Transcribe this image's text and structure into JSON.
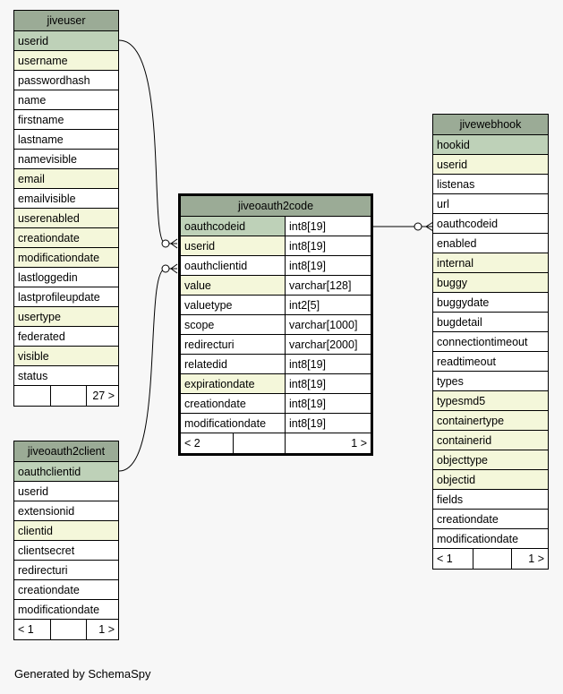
{
  "tables": {
    "jiveuser": {
      "name": "jiveuser",
      "columns": [
        {
          "name": "userid",
          "kind": "pk"
        },
        {
          "name": "username",
          "kind": "fk"
        },
        {
          "name": "passwordhash",
          "kind": ""
        },
        {
          "name": "name",
          "kind": ""
        },
        {
          "name": "firstname",
          "kind": ""
        },
        {
          "name": "lastname",
          "kind": ""
        },
        {
          "name": "namevisible",
          "kind": ""
        },
        {
          "name": "email",
          "kind": "fk"
        },
        {
          "name": "emailvisible",
          "kind": ""
        },
        {
          "name": "userenabled",
          "kind": "fk"
        },
        {
          "name": "creationdate",
          "kind": "fk"
        },
        {
          "name": "modificationdate",
          "kind": "fk"
        },
        {
          "name": "lastloggedin",
          "kind": ""
        },
        {
          "name": "lastprofileupdate",
          "kind": ""
        },
        {
          "name": "usertype",
          "kind": "fk"
        },
        {
          "name": "federated",
          "kind": ""
        },
        {
          "name": "visible",
          "kind": "fk"
        },
        {
          "name": "status",
          "kind": ""
        }
      ],
      "footer": {
        "left": "",
        "mid": "",
        "right": "27 >"
      }
    },
    "jiveoauth2client": {
      "name": "jiveoauth2client",
      "columns": [
        {
          "name": "oauthclientid",
          "kind": "pk"
        },
        {
          "name": "userid",
          "kind": ""
        },
        {
          "name": "extensionid",
          "kind": ""
        },
        {
          "name": "clientid",
          "kind": "fk"
        },
        {
          "name": "clientsecret",
          "kind": ""
        },
        {
          "name": "redirecturi",
          "kind": ""
        },
        {
          "name": "creationdate",
          "kind": ""
        },
        {
          "name": "modificationdate",
          "kind": ""
        }
      ],
      "footer": {
        "left": "< 1",
        "mid": "",
        "right": "1 >"
      }
    },
    "jiveoauth2code": {
      "name": "jiveoauth2code",
      "columns": [
        {
          "name": "oauthcodeid",
          "type": "int8[19]",
          "kind": "pk"
        },
        {
          "name": "userid",
          "type": "int8[19]",
          "kind": "fk"
        },
        {
          "name": "oauthclientid",
          "type": "int8[19]",
          "kind": ""
        },
        {
          "name": "value",
          "type": "varchar[128]",
          "kind": "fk"
        },
        {
          "name": "valuetype",
          "type": "int2[5]",
          "kind": ""
        },
        {
          "name": "scope",
          "type": "varchar[1000]",
          "kind": ""
        },
        {
          "name": "redirecturi",
          "type": "varchar[2000]",
          "kind": ""
        },
        {
          "name": "relatedid",
          "type": "int8[19]",
          "kind": ""
        },
        {
          "name": "expirationdate",
          "type": "int8[19]",
          "kind": "fk"
        },
        {
          "name": "creationdate",
          "type": "int8[19]",
          "kind": ""
        },
        {
          "name": "modificationdate",
          "type": "int8[19]",
          "kind": ""
        }
      ],
      "footer": {
        "left": "< 2",
        "mid": "",
        "right": "1 >"
      }
    },
    "jivewebhook": {
      "name": "jivewebhook",
      "columns": [
        {
          "name": "hookid",
          "kind": "pk"
        },
        {
          "name": "userid",
          "kind": "fk"
        },
        {
          "name": "listenas",
          "kind": ""
        },
        {
          "name": "url",
          "kind": ""
        },
        {
          "name": "oauthcodeid",
          "kind": ""
        },
        {
          "name": "enabled",
          "kind": ""
        },
        {
          "name": "internal",
          "kind": "fk"
        },
        {
          "name": "buggy",
          "kind": "fk"
        },
        {
          "name": "buggydate",
          "kind": ""
        },
        {
          "name": "bugdetail",
          "kind": ""
        },
        {
          "name": "connectiontimeout",
          "kind": ""
        },
        {
          "name": "readtimeout",
          "kind": ""
        },
        {
          "name": "types",
          "kind": ""
        },
        {
          "name": "typesmd5",
          "kind": "fk"
        },
        {
          "name": "containertype",
          "kind": "fk"
        },
        {
          "name": "containerid",
          "kind": "fk"
        },
        {
          "name": "objecttype",
          "kind": "fk"
        },
        {
          "name": "objectid",
          "kind": "fk"
        },
        {
          "name": "fields",
          "kind": ""
        },
        {
          "name": "creationdate",
          "kind": ""
        },
        {
          "name": "modificationdate",
          "kind": ""
        }
      ],
      "footer": {
        "left": "< 1",
        "mid": "",
        "right": "1 >"
      }
    }
  },
  "colors": {
    "title_bg": "#9bab96",
    "pk_bg": "#bed1b8",
    "fk_bg": "#f4f7da",
    "background": "#f7f7f7"
  },
  "caption": "Generated by SchemaSpy"
}
